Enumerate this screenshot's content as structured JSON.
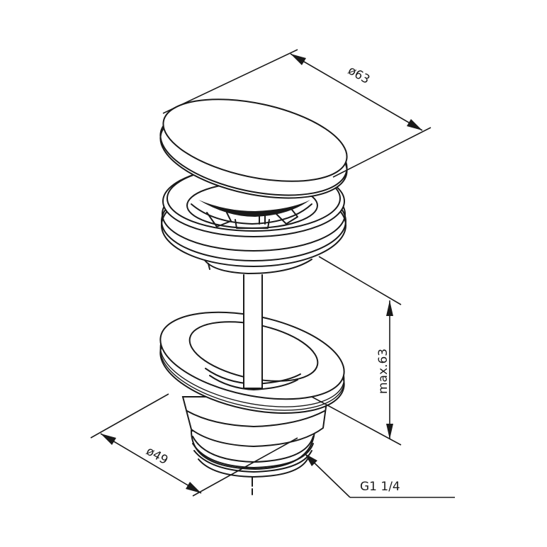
{
  "diagram": {
    "subject": "Pop-up sink drain waste, isometric line drawing",
    "parts": [
      {
        "name": "cap",
        "label": ""
      },
      {
        "name": "upper-flange",
        "label": ""
      },
      {
        "name": "rod",
        "label": ""
      },
      {
        "name": "lower-body",
        "label": ""
      },
      {
        "name": "thread",
        "label": ""
      }
    ],
    "dimensions": {
      "cap_diameter": "ø63",
      "height": "max.63",
      "body_diameter": "ø49",
      "thread": "G1 1/4"
    },
    "colors": {
      "line": "#1a1a1a",
      "background": "#ffffff"
    }
  }
}
